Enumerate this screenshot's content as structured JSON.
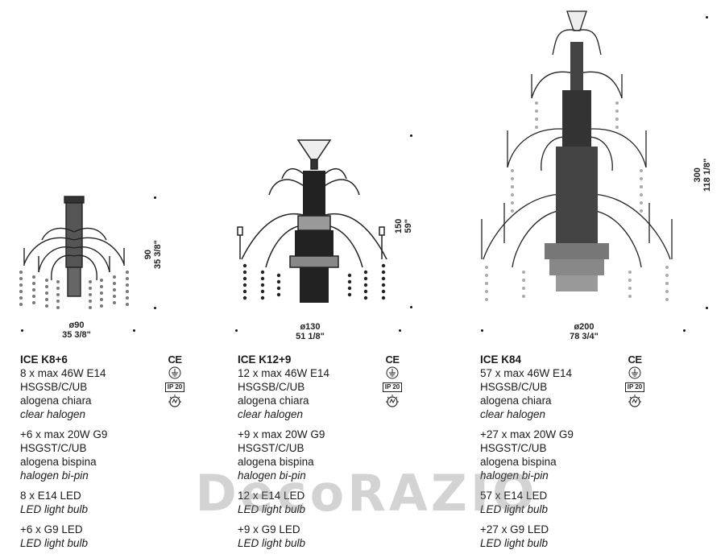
{
  "watermark": "DecoRAZIO",
  "products": [
    {
      "diameter_cm": "ø90",
      "diameter_in": "35 3/8\"",
      "height_cm": "90",
      "height_in": "35 3/8\"",
      "name": "ICE K8+6",
      "lines": [
        {
          "text": "8 x max 46W E14",
          "italic": false
        },
        {
          "text": "HSGSB/C/UB",
          "italic": false
        },
        {
          "text": "alogena chiara",
          "italic": false
        },
        {
          "text": "clear halogen",
          "italic": true
        },
        {
          "text": "+6 x max 20W G9",
          "italic": false
        },
        {
          "text": "HSGST/C/UB",
          "italic": false
        },
        {
          "text": "alogena bispina",
          "italic": false
        },
        {
          "text": "halogen bi-pin",
          "italic": true
        },
        {
          "text": "8 x E14 LED",
          "italic": false
        },
        {
          "text": "LED light bulb",
          "italic": true
        },
        {
          "text": "+6 x G9 LED",
          "italic": false
        },
        {
          "text": "LED light bulb",
          "italic": true
        }
      ]
    },
    {
      "diameter_cm": "ø130",
      "diameter_in": "51 1/8\"",
      "height_cm": "150",
      "height_in": "59\"",
      "name": "ICE K12+9",
      "lines": [
        {
          "text": "12 x max 46W E14",
          "italic": false
        },
        {
          "text": "HSGSB/C/UB",
          "italic": false
        },
        {
          "text": "alogena chiara",
          "italic": false
        },
        {
          "text": "clear halogen",
          "italic": true
        },
        {
          "text": "+9 x max 20W G9",
          "italic": false
        },
        {
          "text": "HSGST/C/UB",
          "italic": false
        },
        {
          "text": "alogena bispina",
          "italic": false
        },
        {
          "text": "halogen bi-pin",
          "italic": true
        },
        {
          "text": "12 x E14 LED",
          "italic": false
        },
        {
          "text": "LED light bulb",
          "italic": true
        },
        {
          "text": "+9 x G9 LED",
          "italic": false
        },
        {
          "text": "LED light bulb",
          "italic": true
        }
      ]
    },
    {
      "diameter_cm": "ø200",
      "diameter_in": "78 3/4\"",
      "height_cm": "300",
      "height_in": "118 1/8\"",
      "name": "ICE K84",
      "lines": [
        {
          "text": "57 x max 46W E14",
          "italic": false
        },
        {
          "text": "HSGSB/C/UB",
          "italic": false
        },
        {
          "text": "alogena chiara",
          "italic": false
        },
        {
          "text": "clear halogen",
          "italic": true
        },
        {
          "text": "+27 x max 20W G9",
          "italic": false
        },
        {
          "text": "HSGST/C/UB",
          "italic": false
        },
        {
          "text": "alogena bispina",
          "italic": false
        },
        {
          "text": "halogen bi-pin",
          "italic": true
        },
        {
          "text": "57 x E14 LED",
          "italic": false
        },
        {
          "text": "LED light bulb",
          "italic": true
        },
        {
          "text": "+27 x G9 LED",
          "italic": false
        },
        {
          "text": "LED light bulb",
          "italic": true
        }
      ]
    }
  ],
  "cert": {
    "ce": "CE",
    "ip": "IP 20"
  }
}
